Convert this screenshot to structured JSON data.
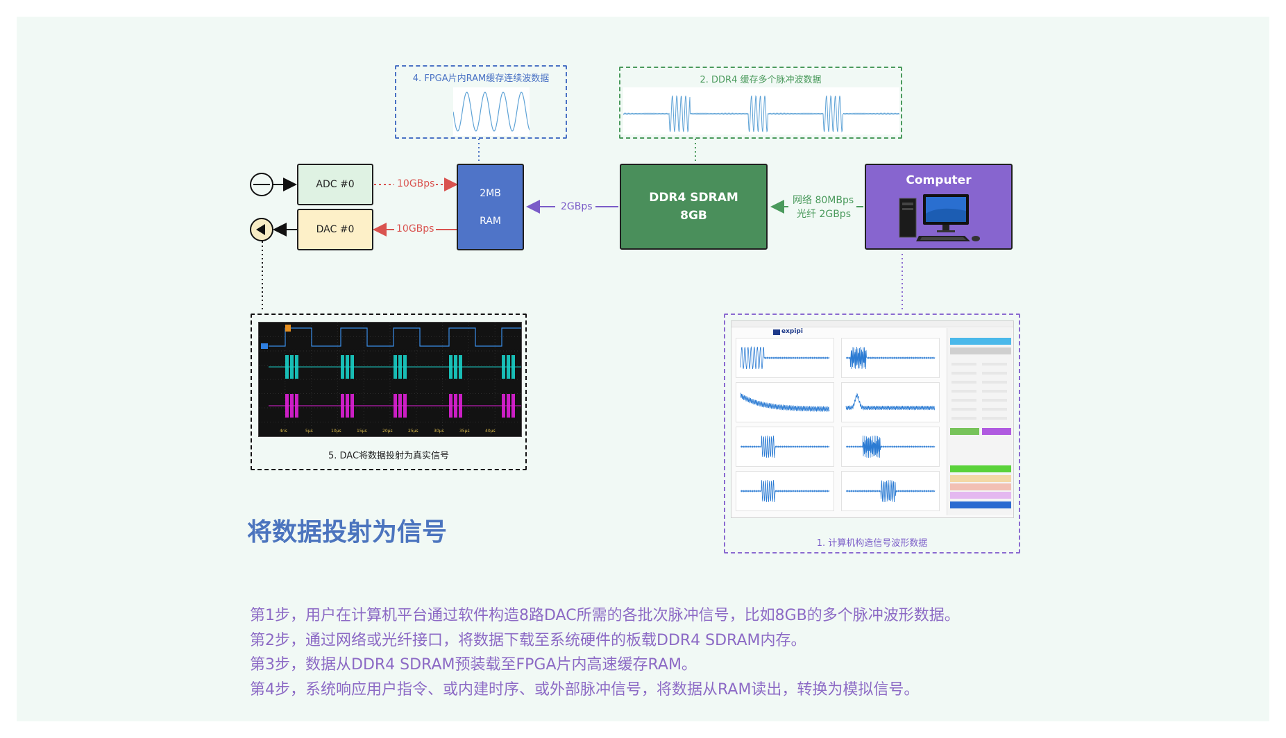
{
  "diagram": {
    "blocks": {
      "adc": "ADC #0",
      "dac": "DAC #0",
      "ram_size": "2MB",
      "ram_label": "RAM",
      "ddr4_line1": "DDR4 SDRAM",
      "ddr4_line2": "8GB",
      "computer": "Computer"
    },
    "links": {
      "adc_to_ram": "10GBps",
      "ram_to_dac": "10GBps",
      "ddr_to_ram": "2GBps",
      "net": "网络 80MBps",
      "fiber": "光纤 2GBps"
    },
    "captions": {
      "fpga_ram": "4. FPGA片内RAM缓存连续波数据",
      "ddr4_cache": "2. DDR4 缓存多个脉冲波数据",
      "dac_output": "5. DAC将数据投射为真实信号",
      "software": "1. 计算机构造信号波形数据"
    },
    "scope_ticks": [
      "4ns",
      "5μs",
      "10μs",
      "15μs",
      "20μs",
      "25μs",
      "30μs",
      "35μs",
      "40μs"
    ],
    "software_logo": "expipi",
    "colors": {
      "adc_fill": "#dff2e3",
      "dac_fill": "#fdf0c8",
      "ram_fill": "#4f74c8",
      "ddr4_fill": "#4a8f5b",
      "computer_fill": "#8765cf",
      "red_arrow": "#d9534f",
      "purple_arrow": "#7a5cc8",
      "green_arrow": "#4a9a5c",
      "blue_dash": "#4a72c4",
      "green_dash": "#4a9a5c",
      "purple_dash": "#8a6ad0",
      "scope_cyan": "#1ad0c8",
      "scope_magenta": "#e020d8"
    }
  },
  "headline": "将数据投射为信号",
  "steps": [
    "第1步，用户在计算机平台通过软件构造8路DAC所需的各批次脉冲信号，比如8GB的多个脉冲波形数据。",
    "第2步，通过网络或光纤接口，将数据下载至系统硬件的板载DDR4 SDRAM内存。",
    "第3步，数据从DDR4 SDRAM预装载至FPGA片内高速缓存RAM。",
    "第4步，系统响应用户指令、或内建时序、或外部脉冲信号，将数据从RAM读出，转换为模拟信号。"
  ]
}
